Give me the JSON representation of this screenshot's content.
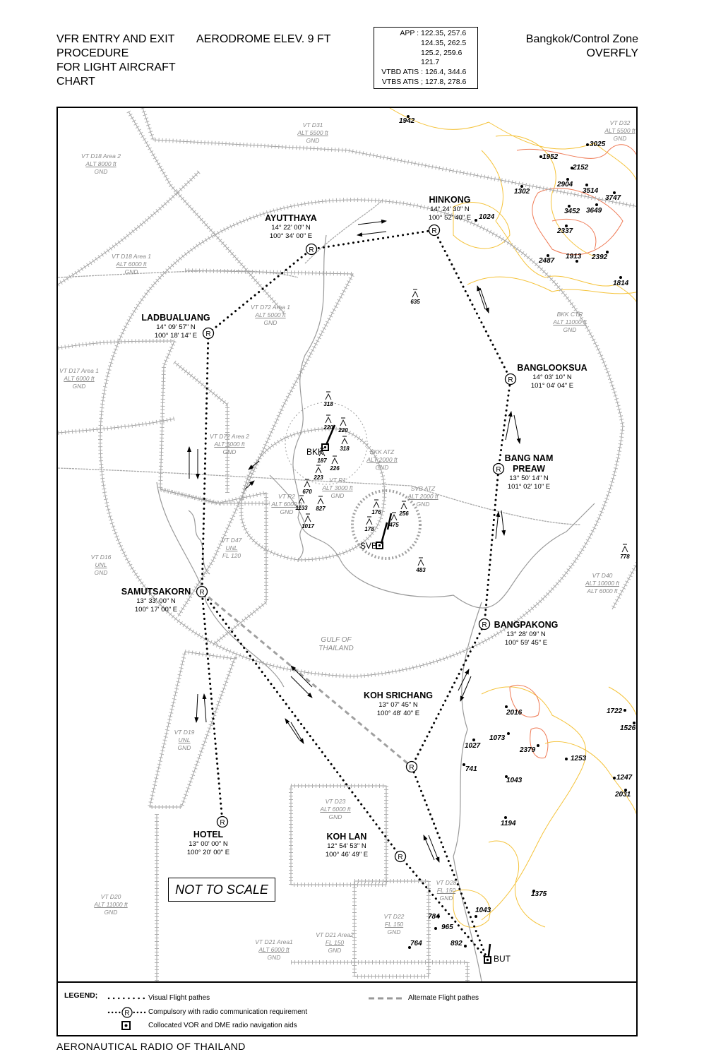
{
  "header": {
    "title_lines": [
      "VFR ENTRY AND EXIT",
      "PROCEDURE",
      "FOR LIGHT AIRCRAFT",
      "CHART"
    ],
    "elevation": "AERODROME ELEV. 9 FT",
    "frequencies": [
      {
        "key": "APP :",
        "value": "122.35, 257.6"
      },
      {
        "key": "",
        "value": "124.35, 262.5"
      },
      {
        "key": "",
        "value": "125.2, 259.6"
      },
      {
        "key": "",
        "value": "121.7"
      },
      {
        "key": "VTBD ATIS :",
        "value": "126.4, 344.6"
      },
      {
        "key": "VTBS ATIS ;",
        "value": "127.8, 278.6"
      }
    ],
    "zone_lines": [
      "Bangkok/Control Zone",
      "OVERFLY"
    ]
  },
  "waypoints": [
    {
      "name": "AYUTTHAYA",
      "lat": "14° 22' 00\" N",
      "lon": "100° 34' 00\" E"
    },
    {
      "name": "HINKONG",
      "lat": "14° 24' 30\" N",
      "lon": "100° 52' 40\" E"
    },
    {
      "name": "LADBUALUANG",
      "lat": "14° 09' 57\" N",
      "lon": "100° 18' 14\" E"
    },
    {
      "name": "BANGLOOKSUA",
      "lat": "14° 03' 10\" N",
      "lon": "101° 04' 04\" E"
    },
    {
      "name": "BANG NAM\nPREAW",
      "lat": "13° 50' 14\" N",
      "lon": "101° 02' 10\" E"
    },
    {
      "name": "SAMUTSAKORN",
      "lat": "13° 33' 00\" N",
      "lon": "100° 17' 00\" E"
    },
    {
      "name": "BANGPAKONG",
      "lat": "13° 28' 09\" N",
      "lon": "100° 59' 45\" E"
    },
    {
      "name": "KOH SRICHANG",
      "lat": "13° 07' 45\" N",
      "lon": "100° 48' 40\" E"
    },
    {
      "name": "HOTEL",
      "lat": "13° 00' 00\" N",
      "lon": "100° 20' 00\" E"
    },
    {
      "name": "KOH LAN",
      "lat": "12° 54' 53\" N",
      "lon": "100° 46' 49\" E"
    }
  ],
  "waypoint_symbol": "R",
  "airspaces": [
    {
      "name": "VT D31",
      "upper": "ALT 5500 ft",
      "lower": "GND"
    },
    {
      "name": "VT D32",
      "upper": "ALT 5500 ft",
      "lower": "GND"
    },
    {
      "name": "VT D18 Area 2",
      "upper": "ALT 8000 ft",
      "lower": "GND"
    },
    {
      "name": "VT D18 Area 1",
      "upper": "ALT 6000 ft",
      "lower": "GND"
    },
    {
      "name": "VT D72 Area 1",
      "upper": "ALT 5000 ft",
      "lower": "GND"
    },
    {
      "name": "BKK CTR",
      "upper": "ALT 11000 ft",
      "lower": "GND"
    },
    {
      "name": "VT D17 Area 1",
      "upper": "ALT 6000 ft",
      "lower": "GND"
    },
    {
      "name": "VT D72 Area 2",
      "upper": "ALT 5000 ft",
      "lower": "GND"
    },
    {
      "name": "BKK ATZ",
      "upper": "ALT 2000 ft",
      "lower": "GND"
    },
    {
      "name": "VT R1",
      "upper": "ALT 3000 ft",
      "lower": "GND"
    },
    {
      "name": "SVB ATZ",
      "upper": "ALT 2000 ft",
      "lower": "GND"
    },
    {
      "name": "VT R2",
      "upper": "ALT 6000 ft",
      "lower": "GND"
    },
    {
      "name": "VT D47",
      "upper": "UNL",
      "lower": "FL 120"
    },
    {
      "name": "VT D16",
      "upper": "UNL",
      "lower": "GND"
    },
    {
      "name": "VT D40",
      "upper": "ALT 10000 ft",
      "lower": "ALT 6000 ft"
    },
    {
      "name": "VT D19",
      "upper": "UNL",
      "lower": "GND"
    },
    {
      "name": "VT D23",
      "upper": "ALT 6000 ft",
      "lower": "GND"
    },
    {
      "name": "VT D20",
      "upper": "ALT 11000 ft",
      "lower": "GND"
    },
    {
      "name": "VT D28",
      "upper": "FL 150",
      "lower": "GND"
    },
    {
      "name": "VT D22",
      "upper": "FL 150",
      "lower": "GND"
    },
    {
      "name": "VT D21 Area2",
      "upper": "FL 150",
      "lower": "GND"
    },
    {
      "name": "VT D21 Area1",
      "upper": "ALT 6000 ft",
      "lower": "GND"
    }
  ],
  "spot_elevations": [
    "1942",
    "3025",
    "1952",
    "2152",
    "2904",
    "3514",
    "1302",
    "3747",
    "3452",
    "3649",
    "1024",
    "2337",
    "2487",
    "1913",
    "2392",
    "1814",
    "2016",
    "1722",
    "1526",
    "1073",
    "1027",
    "2379",
    "1253",
    "741",
    "1247",
    "1043",
    "2031",
    "1194",
    "1375",
    "1043",
    "784",
    "965",
    "764",
    "892"
  ],
  "obstacles": [
    "635",
    "318",
    "220",
    "220",
    "318",
    "187",
    "226",
    "223",
    "670",
    "1133",
    "827",
    "1017",
    "176",
    "256",
    "178",
    "475",
    "483",
    "778"
  ],
  "navaids": [
    {
      "id": "BKK"
    },
    {
      "id": "SVB"
    },
    {
      "id": "BUT"
    }
  ],
  "water_label": [
    "GULF OF",
    "THAILAND"
  ],
  "not_to_scale": "NOT TO SCALE",
  "legend": {
    "title": "LEGEND;",
    "visual": "Visual Flight pathes",
    "alternate": "Alternate Flight pathes",
    "compulsory": "Compulsory with radio communication requirement",
    "vor_dme": "Collocated VOR and DME radio navigation aids"
  },
  "footer": "AERONAUTICAL RADIO OF THAILAND",
  "colors": {
    "contour_low": "#f5c33b",
    "contour_high": "#ef7a55",
    "airspace": "#9a9a9a",
    "route": "#000000"
  }
}
